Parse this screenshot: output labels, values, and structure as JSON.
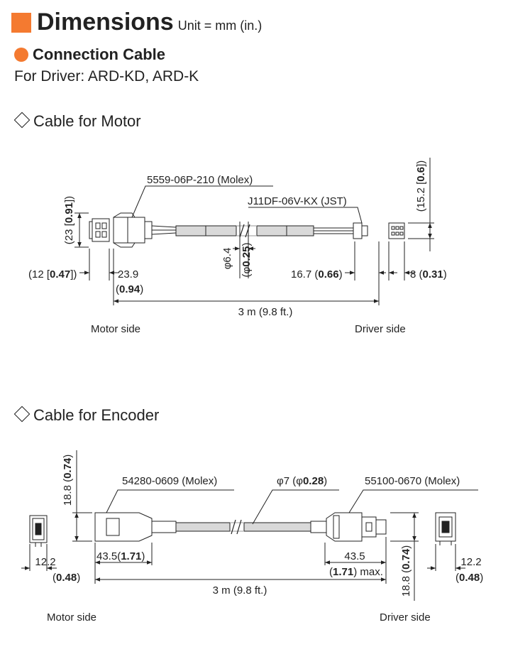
{
  "header": {
    "title": "Dimensions",
    "unit": "Unit = mm (in.)"
  },
  "subheader": {
    "title": "Connection Cable",
    "driver_line": "For Driver: ARD-KD, ARD-K"
  },
  "motor_cable": {
    "title": "Cable for Motor",
    "connector_motor": "5559-06P-210 (Molex)",
    "connector_driver": "J11DF-06V-KX (JST)",
    "height_left": {
      "pre": "(23 [",
      "val": "0.91",
      "post": "])"
    },
    "height_right": {
      "pre": "(15.2 [",
      "val": "0.6",
      "post": "])"
    },
    "width_left": {
      "pre": "(12 [",
      "val": "0.47",
      "post": "])"
    },
    "len_motor": {
      "mm": "23.9",
      "pre": "(",
      "val": "0.94",
      "post": ")"
    },
    "diameter": {
      "mm": "φ6.4",
      "pre": "(φ",
      "val": "0.25",
      "post": ")"
    },
    "len_driver": {
      "pre": "16.7 (",
      "val": "0.66",
      "post": ")"
    },
    "width_right": {
      "pre": "8 (",
      "val": "0.31",
      "post": ")"
    },
    "length": "3 m (9.8 ft.)",
    "motor_side": "Motor side",
    "driver_side": "Driver side"
  },
  "encoder_cable": {
    "title": "Cable for Encoder",
    "connector_motor": "54280-0609 (Molex)",
    "connector_driver": "55100-0670 (Molex)",
    "diameter": {
      "pre": "φ7 (φ",
      "val": "0.28",
      "post": ")"
    },
    "height_left": {
      "mm": "18.8 (",
      "val": "0.74",
      "post": ")"
    },
    "height_right": {
      "mm": "18.8 (",
      "val": "0.74",
      "post": ")"
    },
    "width_left": {
      "mm": "12.2",
      "pre": "(",
      "val": "0.48",
      "post": ")"
    },
    "len_motor": {
      "pre": "43.5(",
      "val": "1.71",
      "post": ")"
    },
    "len_driver": {
      "mm": "43.5",
      "pre": "(",
      "val": "1.71",
      "post": ") max."
    },
    "width_right": {
      "mm": "12.2",
      "pre": "(",
      "val": "0.48",
      "post": ")"
    },
    "length": "3 m (9.8 ft.)",
    "motor_side": "Motor side",
    "driver_side": "Driver side"
  },
  "colors": {
    "accent": "#f47a30",
    "cable": "#d9d9d9",
    "line": "#222222"
  }
}
